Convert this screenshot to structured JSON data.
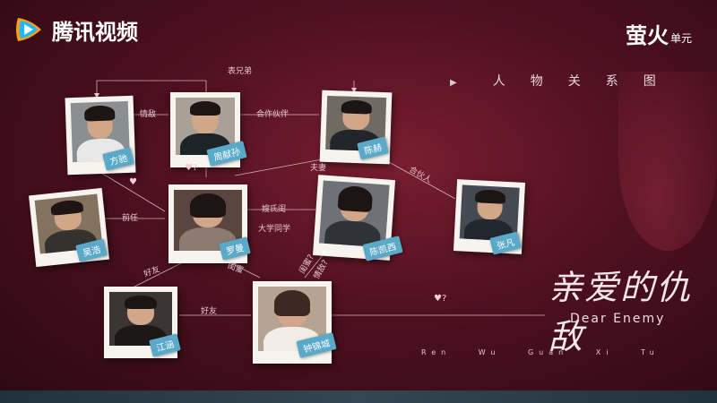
{
  "platform": {
    "name": "腾讯视频"
  },
  "series_brand": {
    "main": "萤火",
    "sub": "单元"
  },
  "heading": {
    "marker": "▶",
    "text": "人物关系图"
  },
  "pinyin": "Ren Wu Guan Xi Tu",
  "drama": {
    "title_cn": "亲爱的仇敌",
    "title_en": "Dear Enemy"
  },
  "characters": [
    {
      "name": "方驰"
    },
    {
      "name": "周献孙"
    },
    {
      "name": "陈赫"
    },
    {
      "name": "吴浩"
    },
    {
      "name": "罗曼"
    },
    {
      "name": "陈凯西"
    },
    {
      "name": "张凡"
    },
    {
      "name": "江涵"
    },
    {
      "name": "钟锦城"
    }
  ],
  "relations": {
    "cousin": "表兄弟",
    "rival_love": "情敌",
    "partner": "合作伙伴",
    "spouse": "夫妻",
    "associate": "合伙人",
    "ex": "前任",
    "sister_in_law": "嫂氏闺",
    "classmate": "大学同学",
    "friend1": "好友",
    "friend2": "好友",
    "bestie": "闺蜜",
    "bestie_q": "闺蜜?",
    "love_rival_q": "情敌?"
  },
  "hearts": {
    "h1": "♥?",
    "h2": "♥",
    "h3": "♥?"
  }
}
